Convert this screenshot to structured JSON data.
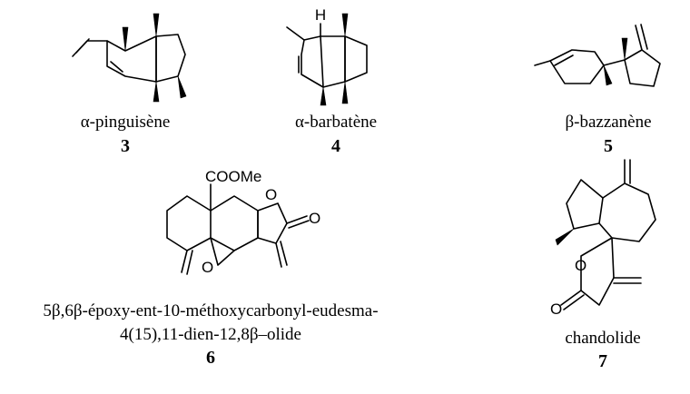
{
  "compounds": [
    {
      "name": "α-pinguisène",
      "number": "3"
    },
    {
      "name": "α-barbatène",
      "number": "4"
    },
    {
      "name": "β-bazzanène",
      "number": "5"
    },
    {
      "name_line1": "5β,6β-époxy-ent-10-méthoxycarbonyl-eudesma-",
      "name_line2": "4(15),11-dien-12,8β–olide",
      "number": "6"
    },
    {
      "name": "chandolide",
      "number": "7"
    }
  ],
  "atom_labels": {
    "hydrogen": "H",
    "ester": "COOMe",
    "oxygen": "O"
  }
}
